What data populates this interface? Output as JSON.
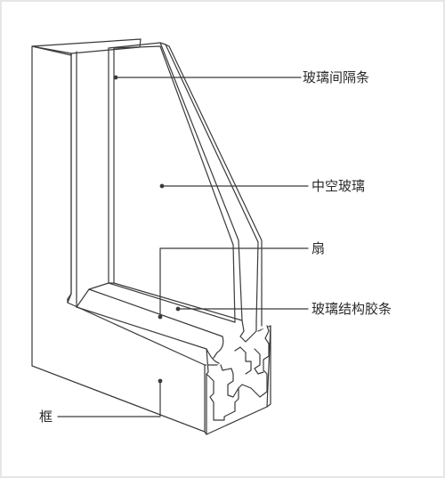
{
  "diagram": {
    "labels": {
      "glass_spacer": "玻璃间隔条",
      "insulating_glass": "中空玻璃",
      "sash": "扇",
      "glazing_gasket": "玻璃结构胶条",
      "frame": "框"
    }
  },
  "colors": {
    "line": "#3a3a3a",
    "fill": "#ffffff"
  }
}
